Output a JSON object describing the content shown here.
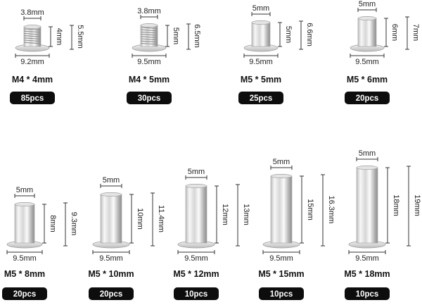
{
  "products": [
    {
      "name": "M4 * 4mm",
      "quantity": "85pcs",
      "diameter_top": "3.8mm",
      "diameter_base": "9.2mm",
      "inner_length": "4mm",
      "total_length": "5.5mm",
      "threaded": true
    },
    {
      "name": "M4 * 5mm",
      "quantity": "30pcs",
      "diameter_top": "3.8mm",
      "diameter_base": "9.5mm",
      "inner_length": "5mm",
      "total_length": "6.5mm",
      "threaded": true
    },
    {
      "name": "M5 * 5mm",
      "quantity": "25pcs",
      "diameter_top": "5mm",
      "diameter_base": "9.5mm",
      "inner_length": "5mm",
      "total_length": "6.6mm",
      "threaded": false
    },
    {
      "name": "M5 * 6mm",
      "quantity": "20pcs",
      "diameter_top": "5mm",
      "diameter_base": "9.5mm",
      "inner_length": "6mm",
      "total_length": "7mm",
      "threaded": false
    },
    {
      "name": "M5 * 8mm",
      "quantity": "20pcs",
      "diameter_top": "5mm",
      "diameter_base": "9.5mm",
      "inner_length": "8mm",
      "total_length": "9.3mm",
      "threaded": false
    },
    {
      "name": "M5 * 10mm",
      "quantity": "20pcs",
      "diameter_top": "5mm",
      "diameter_base": "9.5mm",
      "inner_length": "10mm",
      "total_length": "11.4mm",
      "threaded": false
    },
    {
      "name": "M5 * 12mm",
      "quantity": "10pcs",
      "diameter_top": "5mm",
      "diameter_base": "9.5mm",
      "inner_length": "12mm",
      "total_length": "13mm",
      "threaded": false
    },
    {
      "name": "M5 * 15mm",
      "quantity": "10pcs",
      "diameter_top": "5mm",
      "diameter_base": "9.5mm",
      "inner_length": "15mm",
      "total_length": "16.3mm",
      "threaded": false
    },
    {
      "name": "M5 * 18mm",
      "quantity": "10pcs",
      "diameter_top": "5mm",
      "diameter_base": "9.5mm",
      "inner_length": "18mm",
      "total_length": "19mm",
      "threaded": false
    }
  ],
  "colors": {
    "badge": "#0d0d0d",
    "metal_light": "#f4f4f4",
    "metal_dark": "#9a9a9a",
    "thread": "#8f8f8f"
  }
}
